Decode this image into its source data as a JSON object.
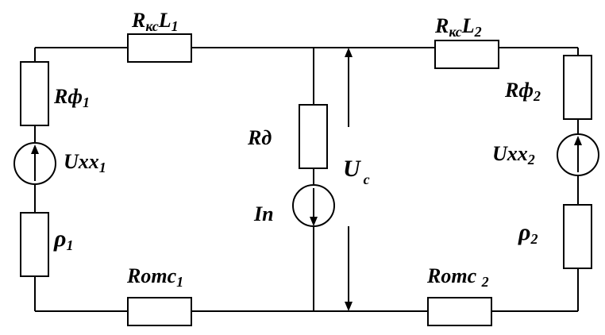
{
  "labels": {
    "rks_l1": {
      "main": "R",
      "sub1": "кс",
      "main2": "L",
      "sub2": "1"
    },
    "rks_l2": {
      "main": "R",
      "sub1": "кс",
      "main2": "L",
      "sub2": "2"
    },
    "rf1": {
      "main": "Rф",
      "sub": "1"
    },
    "rf2": {
      "main": "Rф",
      "sub": "2"
    },
    "uxx1": {
      "main": "Uxx",
      "sub": "1"
    },
    "uxx2": {
      "main": "Uxx",
      "sub": "2"
    },
    "rho1": {
      "main": "ρ",
      "sub": "1"
    },
    "rho2": {
      "main": "ρ",
      "sub": "2"
    },
    "rd": {
      "main": "Rд"
    },
    "in": {
      "main": "In"
    },
    "uc": {
      "main": "U",
      "sub": "c"
    },
    "romc1": {
      "main": "Romc",
      "sub": "1"
    },
    "romc2": {
      "main": "Romc ",
      "sub": "2"
    }
  }
}
